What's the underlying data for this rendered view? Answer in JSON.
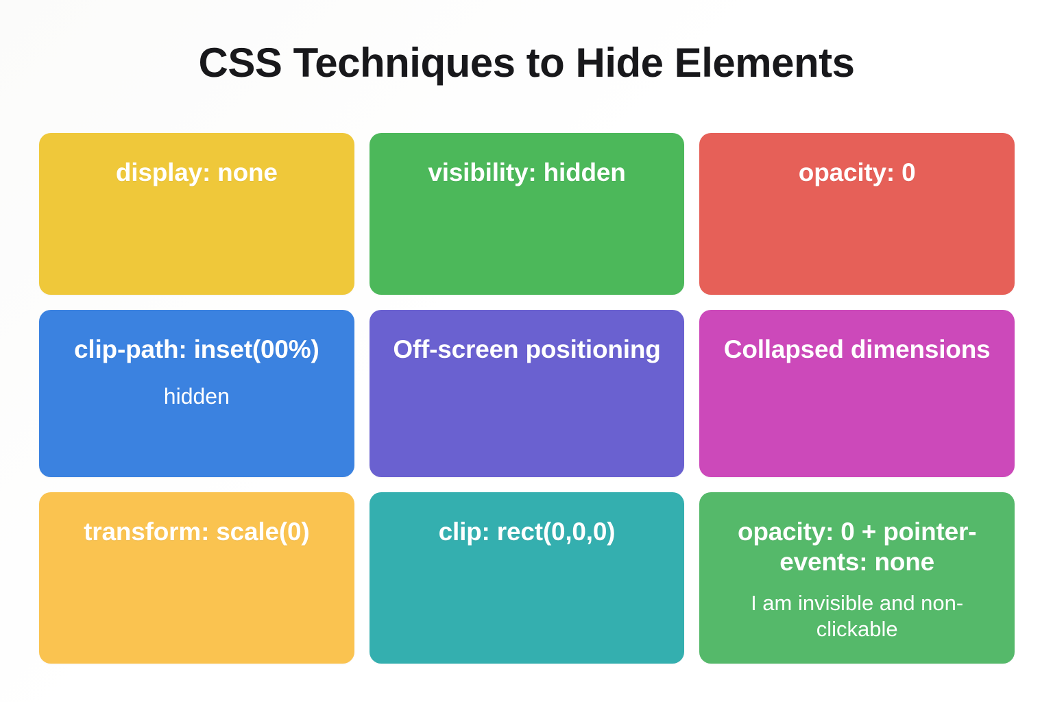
{
  "page": {
    "title": "CSS Techniques to Hide Elements",
    "background_color": "#ffffff",
    "title_color": "#18181b"
  },
  "cards": [
    {
      "id": "display-none",
      "title": "display: none",
      "subtitle": "",
      "color": "#efc83a"
    },
    {
      "id": "visibility-hidden",
      "title": "visibility: hidden",
      "subtitle": "",
      "color": "#4cb85a"
    },
    {
      "id": "opacity-zero",
      "title": "opacity: 0",
      "subtitle": "",
      "color": "#e66058"
    },
    {
      "id": "clip-path-inset",
      "title": "clip-path: inset(00%)",
      "subtitle": "hidden",
      "color": "#3b82e0"
    },
    {
      "id": "off-screen-positioning",
      "title": "Off-screen positioning",
      "subtitle": "",
      "color": "#6a61d0"
    },
    {
      "id": "collapsed-dimensions",
      "title": "Collapsed dimensions",
      "subtitle": "",
      "color": "#cc49ba"
    },
    {
      "id": "transform-scale-zero",
      "title": "transform: scale(0)",
      "subtitle": "",
      "color": "#fac350"
    },
    {
      "id": "clip-rect",
      "title": "clip: rect(0,0,0)",
      "subtitle": "",
      "color": "#34afaf"
    },
    {
      "id": "opacity-pointer-events",
      "title": "opacity: 0 + pointer-events: none",
      "subtitle": "I am invisible and non-clickable",
      "color": "#55b96a"
    }
  ]
}
